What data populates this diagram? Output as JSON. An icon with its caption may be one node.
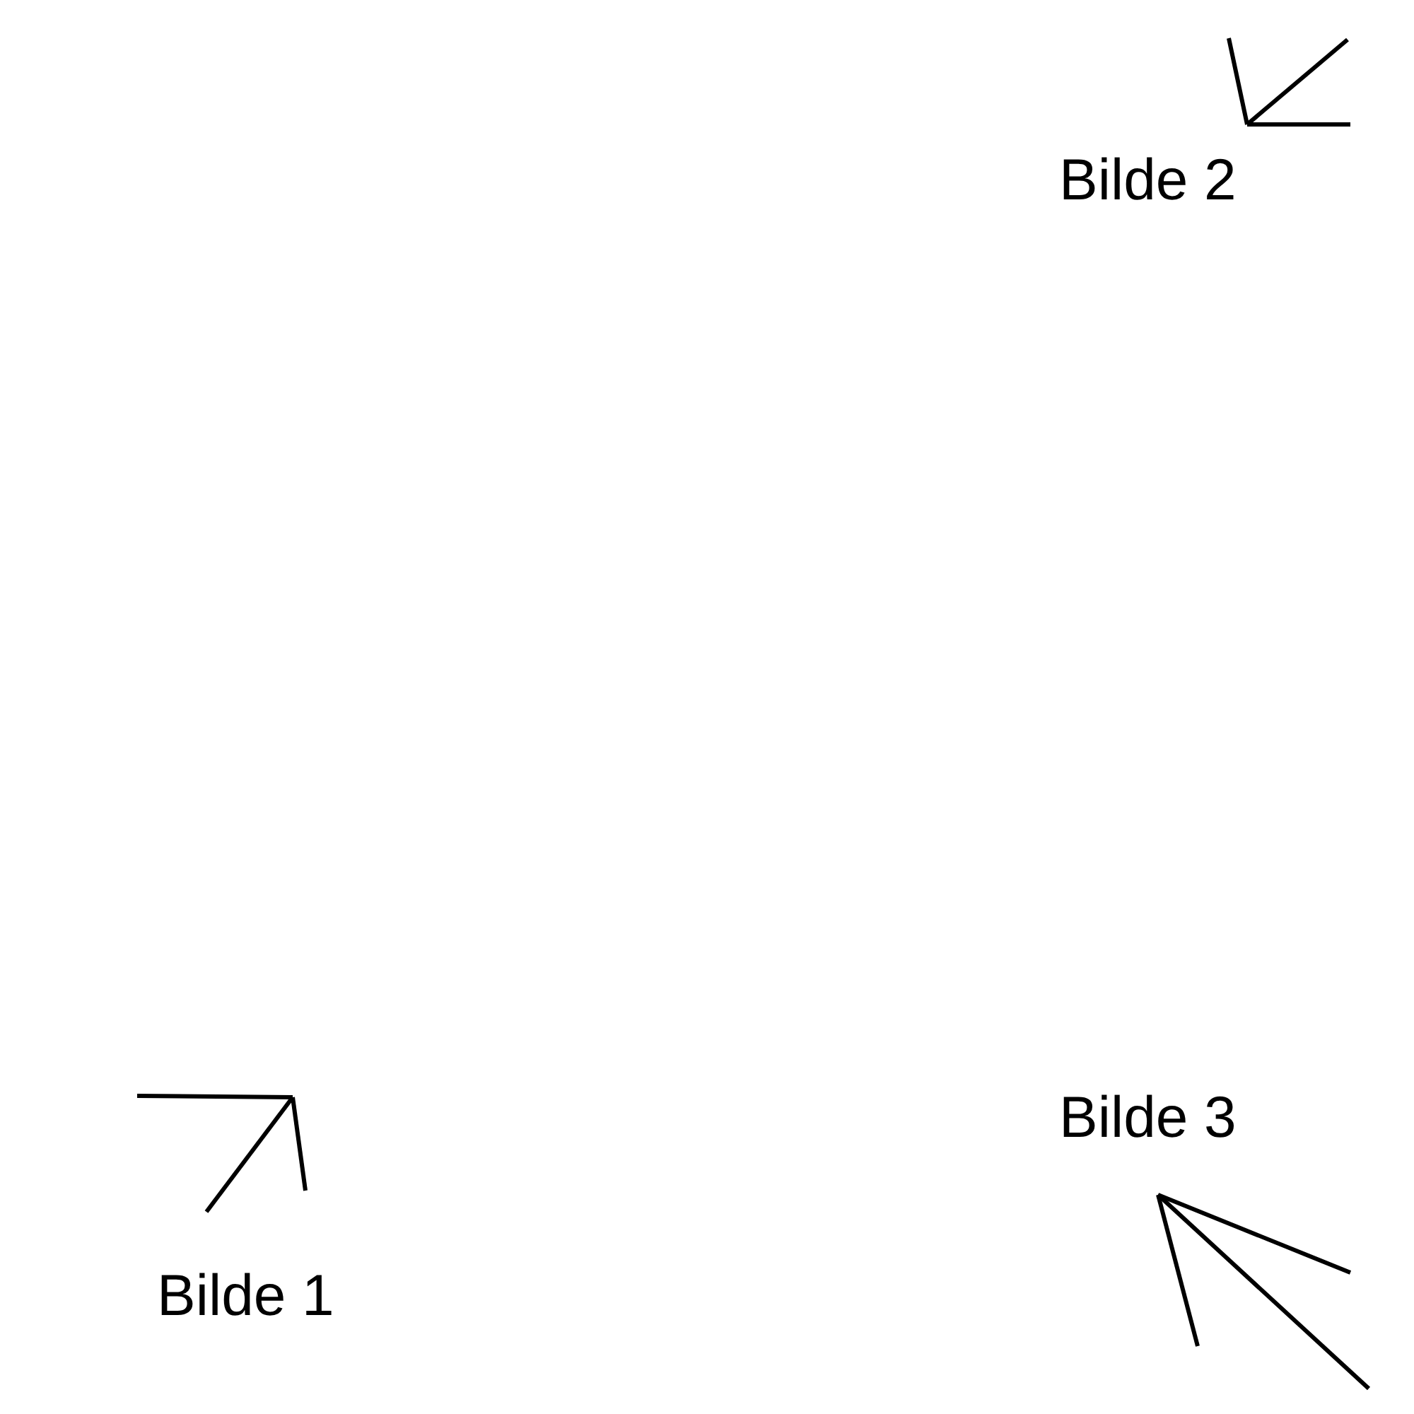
{
  "diagram": {
    "labels": [
      "Bilde 2",
      "Bilde 3",
      "Bilde 1"
    ]
  }
}
